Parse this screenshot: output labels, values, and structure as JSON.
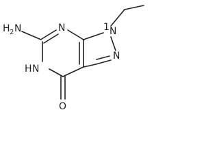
{
  "molecule": {
    "atoms": {
      "amine_h": "H",
      "amine_h_count": "2",
      "amine_n": "N",
      "ring_n_top": "N",
      "ring_n_ethyl": "N",
      "ring_n_pyrazole": "N",
      "ring_nh_n": "N",
      "ring_nh_h": "H",
      "carbonyl_o": "O",
      "ethyl_n_index": "1"
    }
  }
}
